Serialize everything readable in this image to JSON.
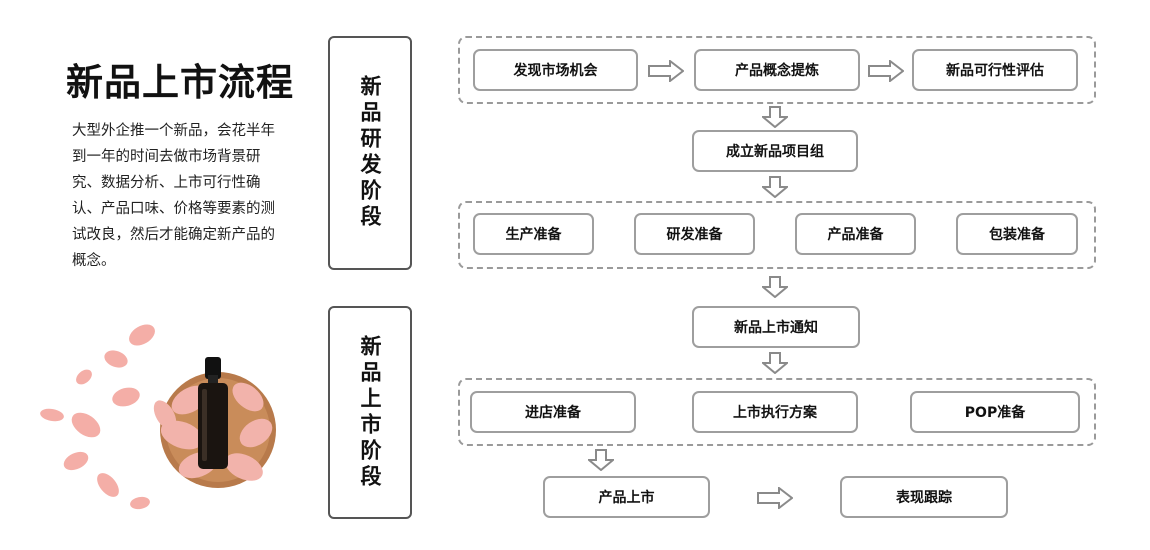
{
  "title": "新品上市流程",
  "description": "大型外企推一个新品，会花半年到一年的时间去做市场背景研究、数据分析、上市可行性确认、产品口味、价格等要素的测试改良，然后才能确定新产品的概念。",
  "stages": {
    "research": "新品研发阶段",
    "launch": "新品上市阶段"
  },
  "flow": {
    "row1": [
      "发现市场机会",
      "产品概念提炼",
      "新品可行性评估"
    ],
    "project_team": "成立新品项目组",
    "row3": [
      "生产准备",
      "研发准备",
      "产品准备",
      "包装准备"
    ],
    "launch_notice": "新品上市通知",
    "row5": [
      "进店准备",
      "上市执行方案",
      "POP准备"
    ],
    "row6": [
      "产品上市",
      "表现跟踪"
    ]
  },
  "colors": {
    "box_border": "#9e9e9e",
    "group_border": "#9a9a9a",
    "stage_border": "#555555",
    "petal": "#f3a6a0",
    "bowl": "#b87a4b",
    "bottle": "#1a1410"
  },
  "icons": {
    "arrow_right": "outline-arrow-right-icon",
    "arrow_down": "outline-arrow-down-icon"
  }
}
